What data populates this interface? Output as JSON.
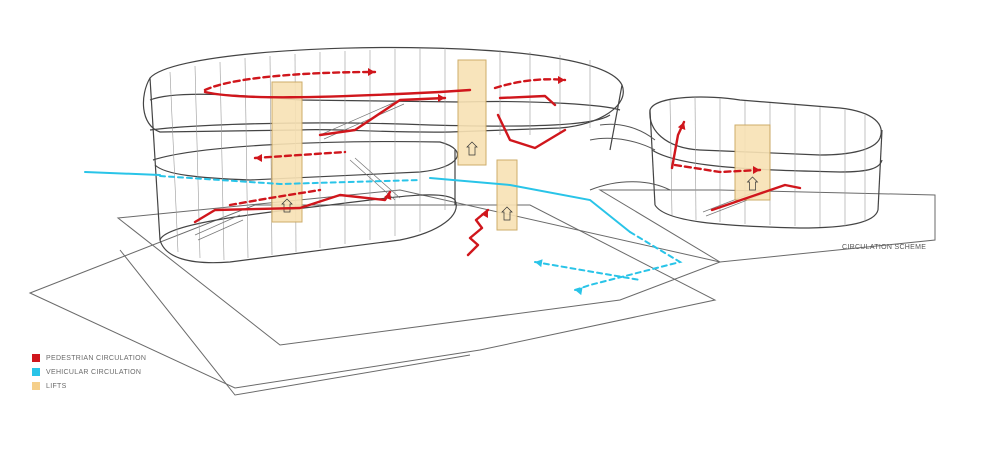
{
  "caption": "CIRCULATION SCHEME",
  "legend": [
    {
      "label": "PEDESTRIAN CIRCULATION",
      "color": "#d0161c"
    },
    {
      "label": "VEHICULAR CIRCULATION",
      "color": "#29c4e8"
    },
    {
      "label": "LIFTS",
      "color": "#f5cf8a"
    }
  ],
  "colors": {
    "pedestrian": "#d0161c",
    "vehicular": "#29c4e8",
    "lift_fill": "#f8e2b4",
    "lift_stroke": "#c9a45a",
    "linework": "#555555"
  }
}
